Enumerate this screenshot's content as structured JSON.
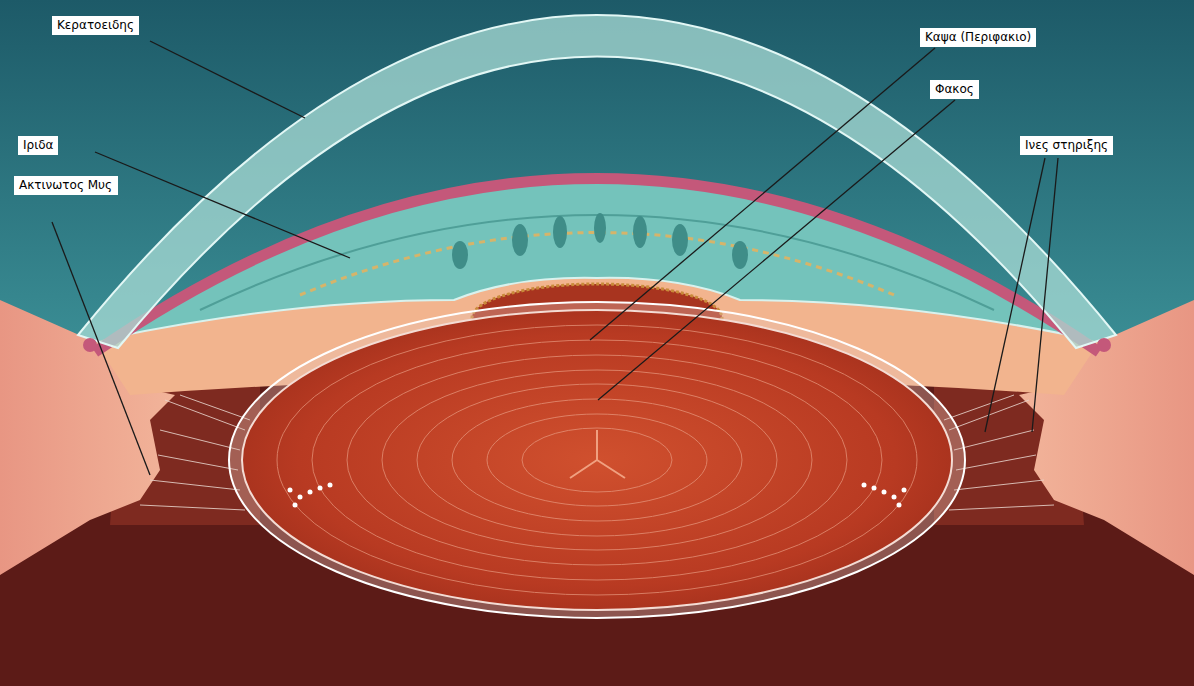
{
  "diagram": {
    "labels": [
      "Κερατοειδης",
      "Ιριδα",
      "Ακτινωτος Μυς",
      "Καψα (Περιφακιο)",
      "Φακος",
      "Ινες στηριξης"
    ]
  }
}
